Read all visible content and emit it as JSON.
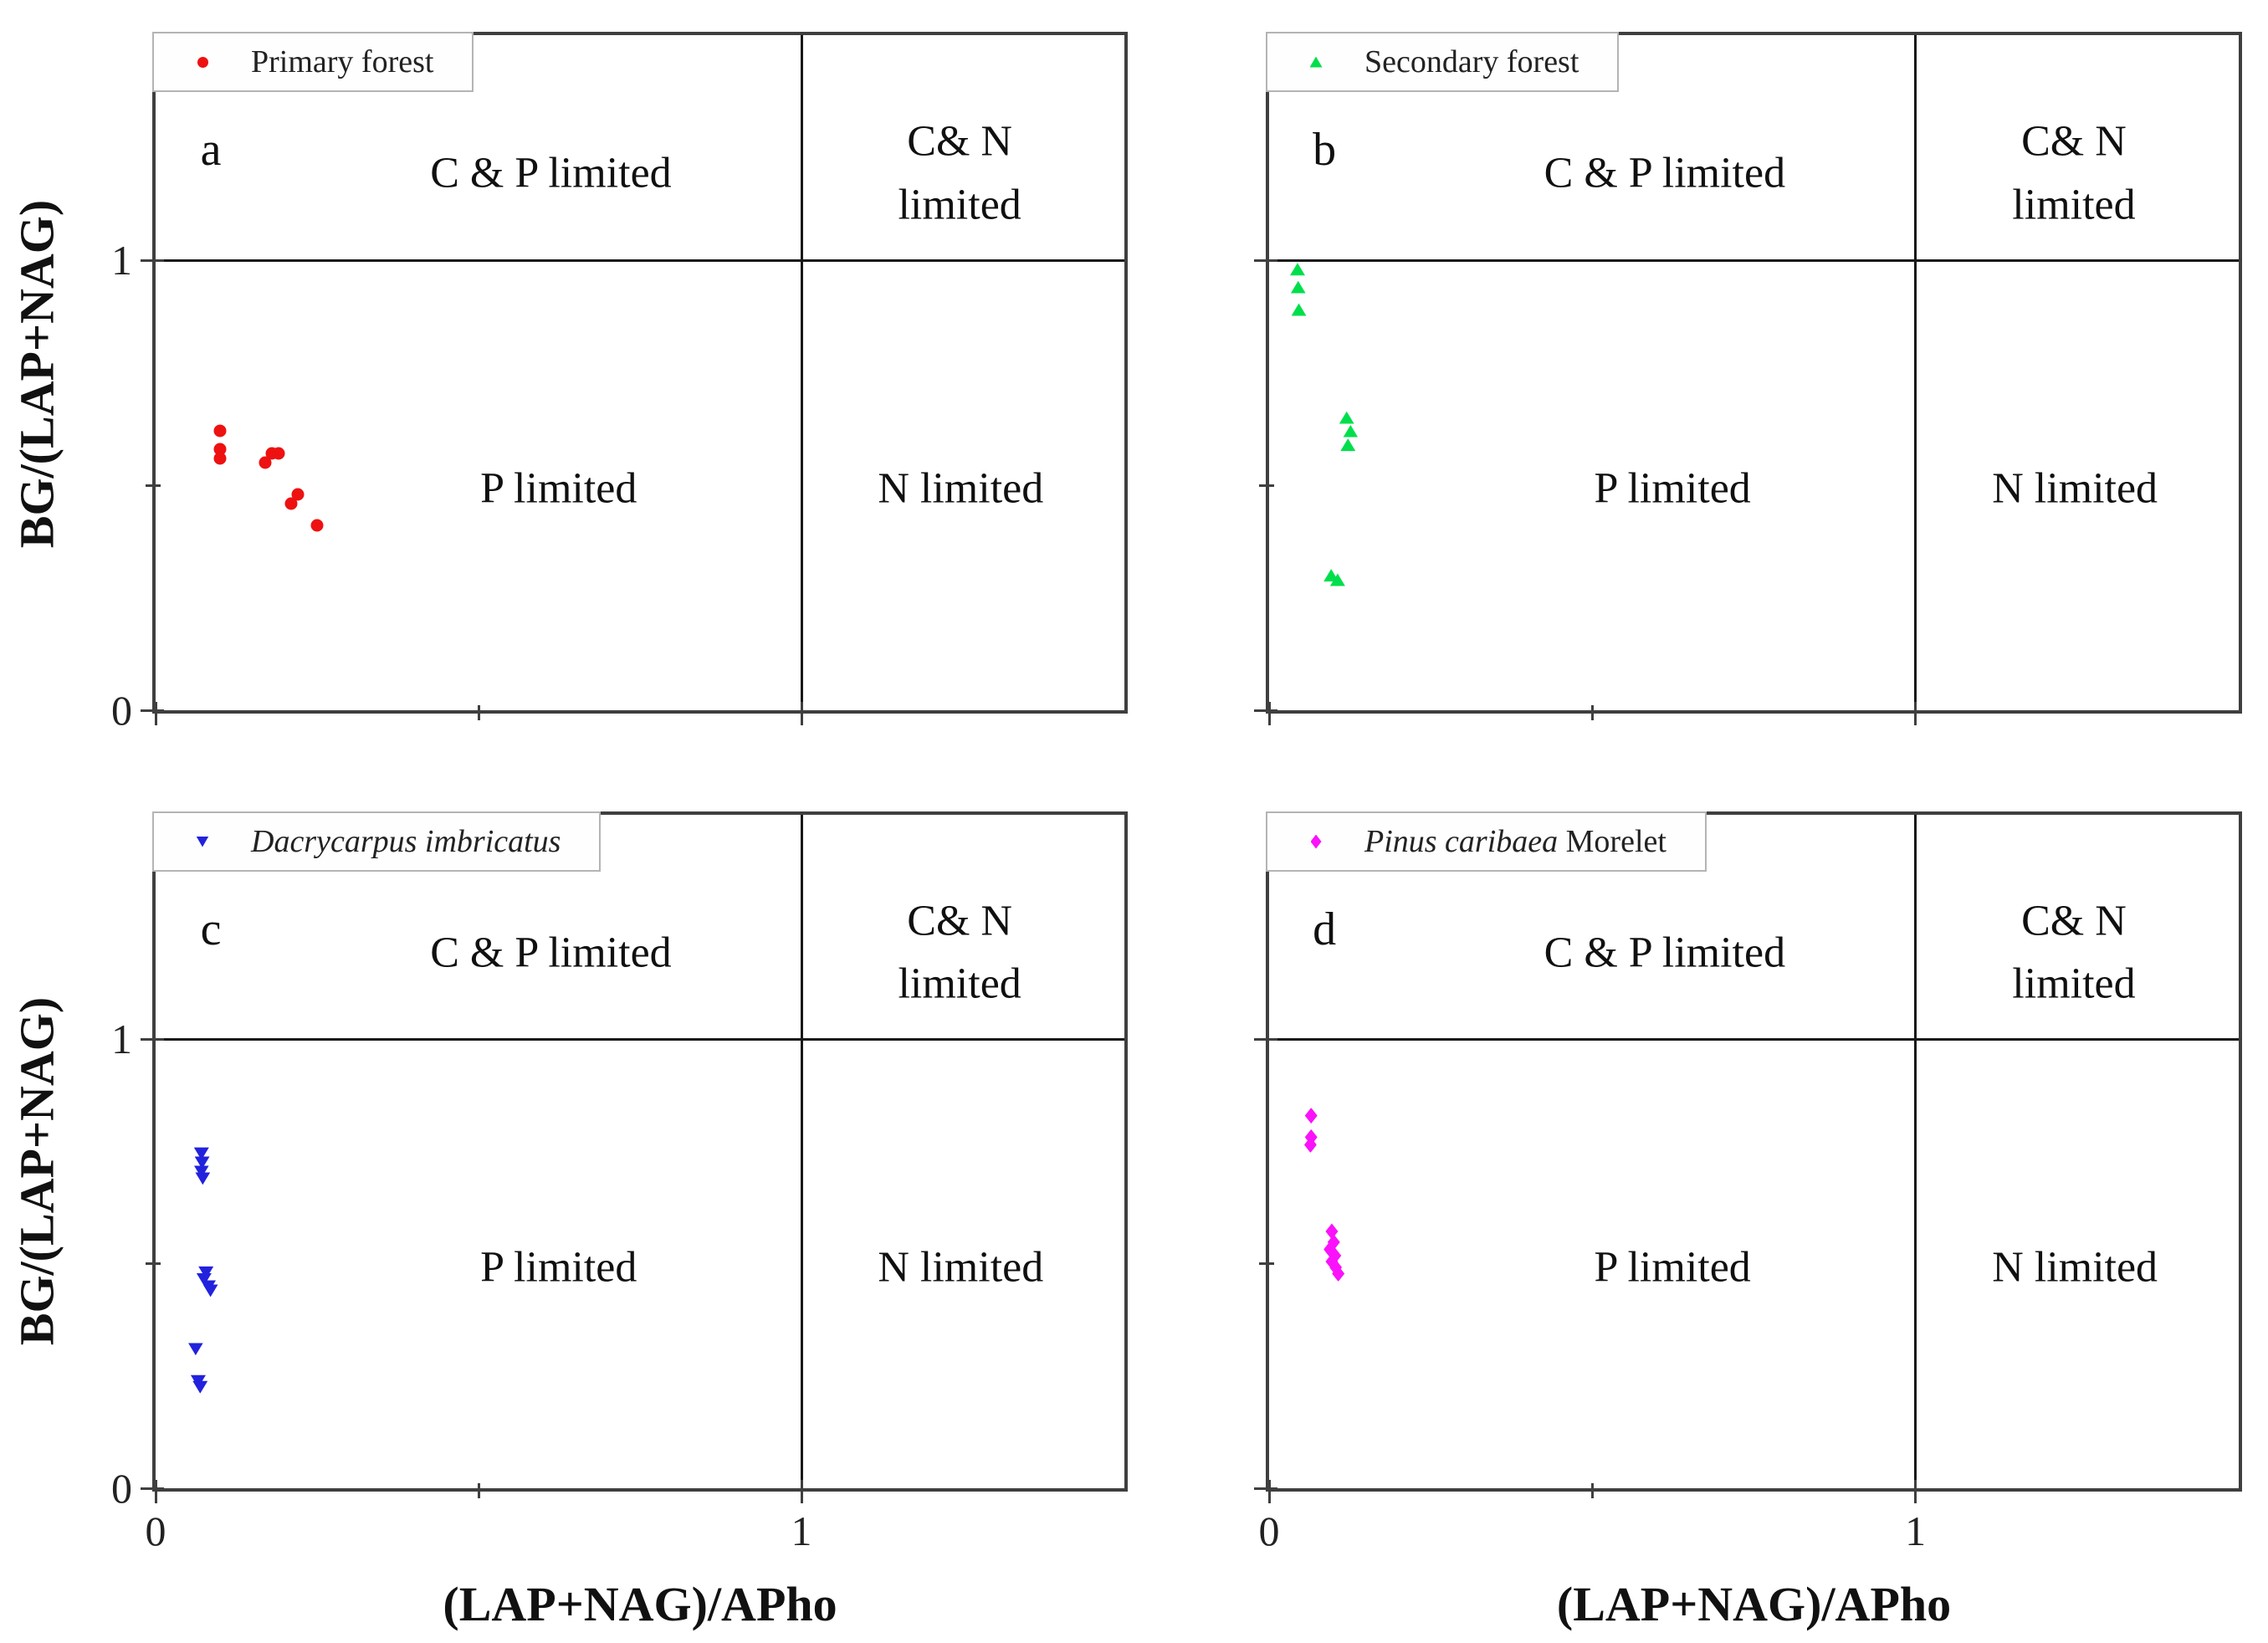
{
  "axes": {
    "x_title": "(LAP+NAG)/APho",
    "y_title": "BG/(LAP+NAG)",
    "axis_max": 1.5,
    "quadrant_value": 1,
    "tick_values": [
      0,
      0.5,
      1
    ],
    "tick_labels": {
      "0": "0",
      "1": "1"
    }
  },
  "regions": {
    "top_left": "C & P limited",
    "top_right": [
      "C& N",
      "limited"
    ],
    "bottom_left": "P limited",
    "bottom_right": "N limited"
  },
  "chart_data": [
    {
      "type": "scatter",
      "panel_letter": "a",
      "legend": {
        "marker": "circle",
        "color": "#ee1111",
        "parts": [
          {
            "text": "Primary forest",
            "italic": false
          }
        ]
      },
      "show_y_tick_labels": true,
      "show_x_tick_labels": false,
      "xlim": [
        0,
        1.5
      ],
      "ylim": [
        0,
        1.5
      ],
      "points": [
        [
          0.1,
          0.62
        ],
        [
          0.1,
          0.58
        ],
        [
          0.1,
          0.56
        ],
        [
          0.17,
          0.55
        ],
        [
          0.18,
          0.57
        ],
        [
          0.19,
          0.57
        ],
        [
          0.21,
          0.46
        ],
        [
          0.22,
          0.48
        ],
        [
          0.25,
          0.41
        ]
      ]
    },
    {
      "type": "scatter",
      "panel_letter": "b",
      "legend": {
        "marker": "triangle-up",
        "color": "#00df4b",
        "parts": [
          {
            "text": "Secondary forest",
            "italic": false
          }
        ]
      },
      "show_y_tick_labels": false,
      "show_x_tick_labels": false,
      "xlim": [
        0,
        1.5
      ],
      "ylim": [
        0,
        1.5
      ],
      "points": [
        [
          0.044,
          0.98
        ],
        [
          0.045,
          0.94
        ],
        [
          0.046,
          0.89
        ],
        [
          0.12,
          0.65
        ],
        [
          0.126,
          0.62
        ],
        [
          0.122,
          0.59
        ],
        [
          0.096,
          0.3
        ],
        [
          0.106,
          0.29
        ]
      ]
    },
    {
      "type": "scatter",
      "panel_letter": "c",
      "legend": {
        "marker": "triangle-down",
        "color": "#2222dd",
        "parts": [
          {
            "text": "Dacrycarpus imbricatus",
            "italic": true
          }
        ]
      },
      "show_y_tick_labels": true,
      "show_x_tick_labels": true,
      "xlim": [
        0,
        1.5
      ],
      "ylim": [
        0,
        1.5
      ],
      "points": [
        [
          0.071,
          0.745
        ],
        [
          0.072,
          0.725
        ],
        [
          0.071,
          0.705
        ],
        [
          0.073,
          0.69
        ],
        [
          0.078,
          0.48
        ],
        [
          0.075,
          0.465
        ],
        [
          0.082,
          0.45
        ],
        [
          0.085,
          0.44
        ],
        [
          0.062,
          0.31
        ],
        [
          0.066,
          0.238
        ],
        [
          0.069,
          0.225
        ]
      ]
    },
    {
      "type": "scatter",
      "panel_letter": "d",
      "legend": {
        "marker": "diamond",
        "color": "#fa12fa",
        "parts": [
          {
            "text": "Pinus caribaea",
            "italic": true
          },
          {
            "text": " Morelet",
            "italic": false
          }
        ]
      },
      "show_y_tick_labels": false,
      "show_x_tick_labels": true,
      "xlim": [
        0,
        1.5
      ],
      "ylim": [
        0,
        1.5
      ],
      "points": [
        [
          0.065,
          0.83
        ],
        [
          0.065,
          0.782
        ],
        [
          0.064,
          0.765
        ],
        [
          0.097,
          0.572
        ],
        [
          0.1,
          0.548
        ],
        [
          0.094,
          0.532
        ],
        [
          0.102,
          0.518
        ],
        [
          0.097,
          0.505
        ],
        [
          0.103,
          0.492
        ],
        [
          0.107,
          0.478
        ]
      ]
    }
  ]
}
